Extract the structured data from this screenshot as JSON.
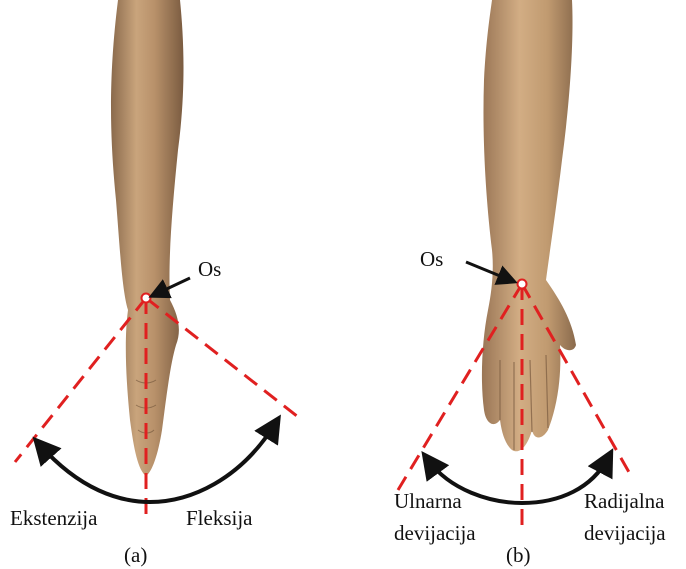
{
  "figure": {
    "panel_a": {
      "axis_label": "Os",
      "left_label": "Ekstenzija",
      "right_label": "Fleksija",
      "caption": "(a)"
    },
    "panel_b": {
      "axis_label": "Os",
      "left_label_line1": "Ulnarna",
      "left_label_line2": "devijacija",
      "right_label_line1": "Radijalna",
      "right_label_line2": "devijacija",
      "caption": "(b)"
    },
    "colors": {
      "guide_line": "#e02020",
      "arrow": "#111111",
      "skin_light": "#d9b48c",
      "skin_mid": "#b8916a",
      "skin_dark": "#8a6a4c"
    },
    "icons": [
      "forearm-side-view",
      "forearm-palm-view",
      "curved-double-arrow"
    ]
  }
}
